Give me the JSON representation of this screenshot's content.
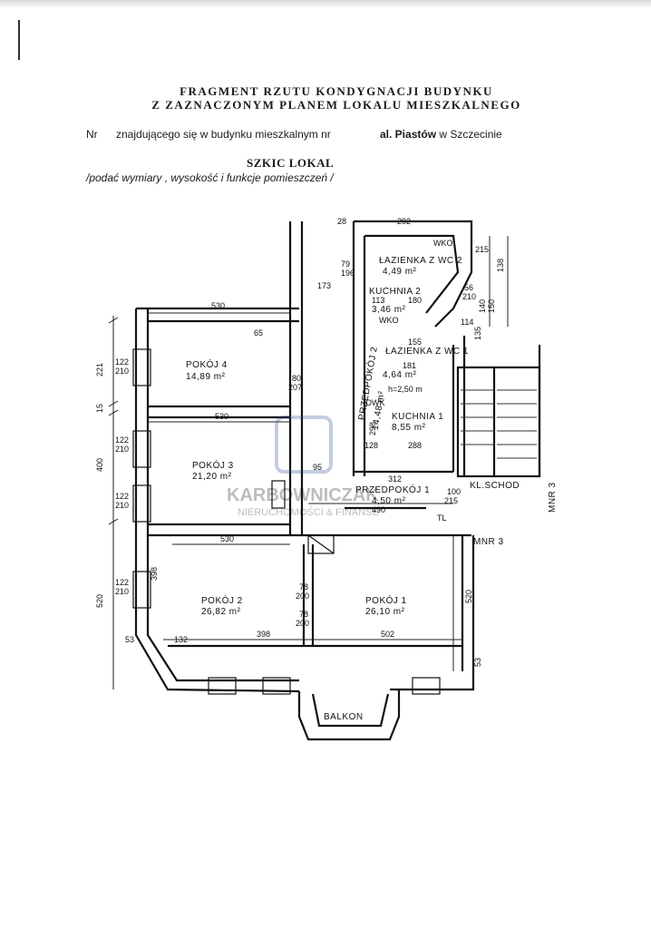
{
  "header": {
    "line1": "FRAGMENT RZUTU KONDYGNACJI BUDYNKU",
    "line2": "Z ZAZNACZONYM PLANEM LOKALU MIESZKALNEGO"
  },
  "info": {
    "nr_label": "Nr",
    "building_text": "znajdującego się w budynku mieszkalnym nr",
    "street": "al. Piastów",
    "city": "w Szczecinie"
  },
  "sketch": {
    "title": "SZKIC LOKAL",
    "instruction": "/podać wymiary , wysokość i funkcje pomieszczeń /"
  },
  "rooms": {
    "lazienka2": "ŁAZIENKA Z WC 2",
    "lazienka2_area": "4,49 m²",
    "kuchnia2": "KUCHNIA 2",
    "kuchnia2_area": "3,46 m²",
    "lazienka1": "ŁAZIENKA Z WC 1",
    "lazienka1_area": "4,64 m²",
    "lazienka1_height": "h=2,50 m",
    "kuchnia1": "KUCHNIA 1",
    "kuchnia1_area": "8,55 m²",
    "pokoj4": "POKÓJ 4",
    "pokoj4_area": "14,89 m²",
    "pokoj3": "POKÓJ 3",
    "pokoj3_area": "21,20 m²",
    "przedpokoj2": "PRZEDPOKÓJ 2",
    "przedpokoj2_area": "14,48 m²",
    "przedpokoj1": "PRZEDPOKÓJ 1",
    "przedpokoj1_area": "4,50 m²",
    "pokoj2": "POKÓJ 2",
    "pokoj2_area": "26,82 m²",
    "pokoj1": "POKÓJ 1",
    "pokoj1_area": "26,10 m²",
    "balkon": "BALKON",
    "kl_schod": "KL.SCHOD",
    "mnr3": "MNR 3",
    "mnr3b": "MNR 3",
    "wko": "WKO",
    "wko2": "WKO",
    "owk": "OWK",
    "tl": "TL"
  },
  "dims": {
    "d292": "292",
    "d28": "28",
    "d173": "173",
    "d530a": "530",
    "d530b": "530",
    "d530c": "530",
    "d221": "221",
    "d15": "15",
    "d400": "400",
    "d520a": "520",
    "d520b": "520",
    "d122a": "122",
    "d210a": "210",
    "d122b": "122",
    "d210b": "210",
    "d122c": "122",
    "d210c": "210",
    "d122d": "122",
    "d210d": "210",
    "d398a": "398",
    "d398b": "398",
    "d502": "502",
    "d132": "132",
    "d490": "490",
    "d78a": "78",
    "d200a": "200",
    "d78b": "78",
    "d200b": "200",
    "d113": "113",
    "d180": "180",
    "d79": "79",
    "d196": "196",
    "d56": "56",
    "d210e": "210",
    "d215": "215",
    "d100": "100",
    "d215b": "215",
    "d288": "288",
    "d298": "298",
    "d128": "128",
    "d155": "155",
    "d181": "181",
    "d65": "65",
    "d80": "80",
    "d207": "207",
    "d95": "95",
    "d312": "312",
    "d53a": "53",
    "d53b": "53",
    "d138": "138",
    "d150": "150",
    "d140": "140",
    "d135": "135",
    "d114": "114"
  },
  "watermark": {
    "brand": "KARBOWNICZAK",
    "tagline": "NIERUCHOMOŚCI & FINANSE"
  }
}
